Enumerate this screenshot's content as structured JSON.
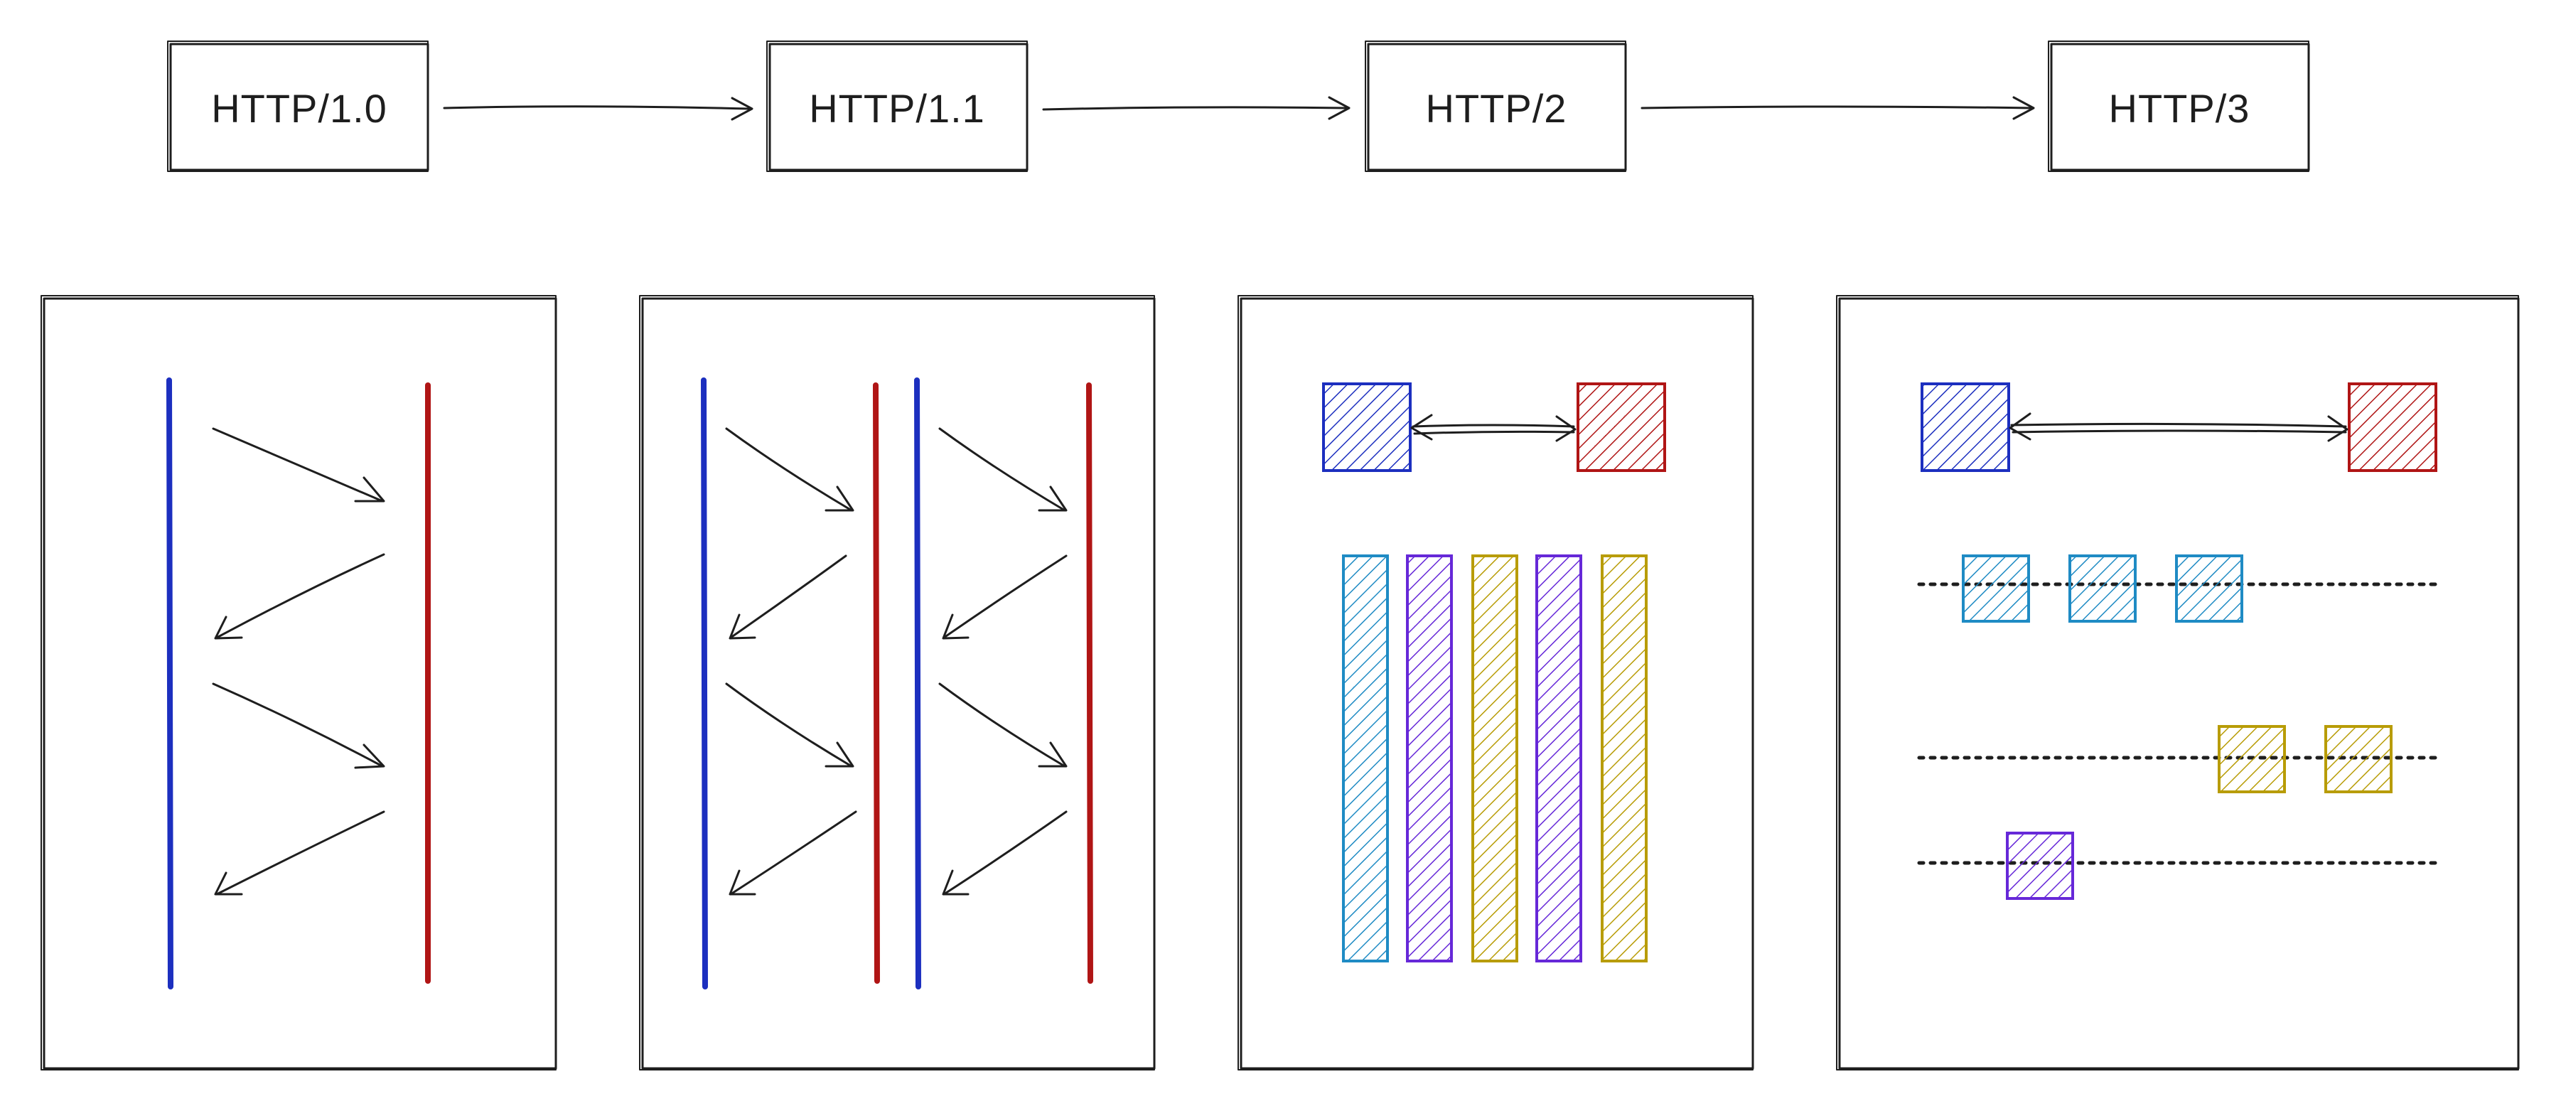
{
  "versions": [
    "HTTP/1.0",
    "HTTP/1.1",
    "HTTP/2",
    "HTTP/3"
  ],
  "colors": {
    "stroke": "#1e1e1e",
    "client": "#1c2fbf",
    "server": "#b01515",
    "stream_cyan": "#1f8bc4",
    "stream_purple": "#6628d8",
    "stream_yellow": "#b89c06"
  }
}
